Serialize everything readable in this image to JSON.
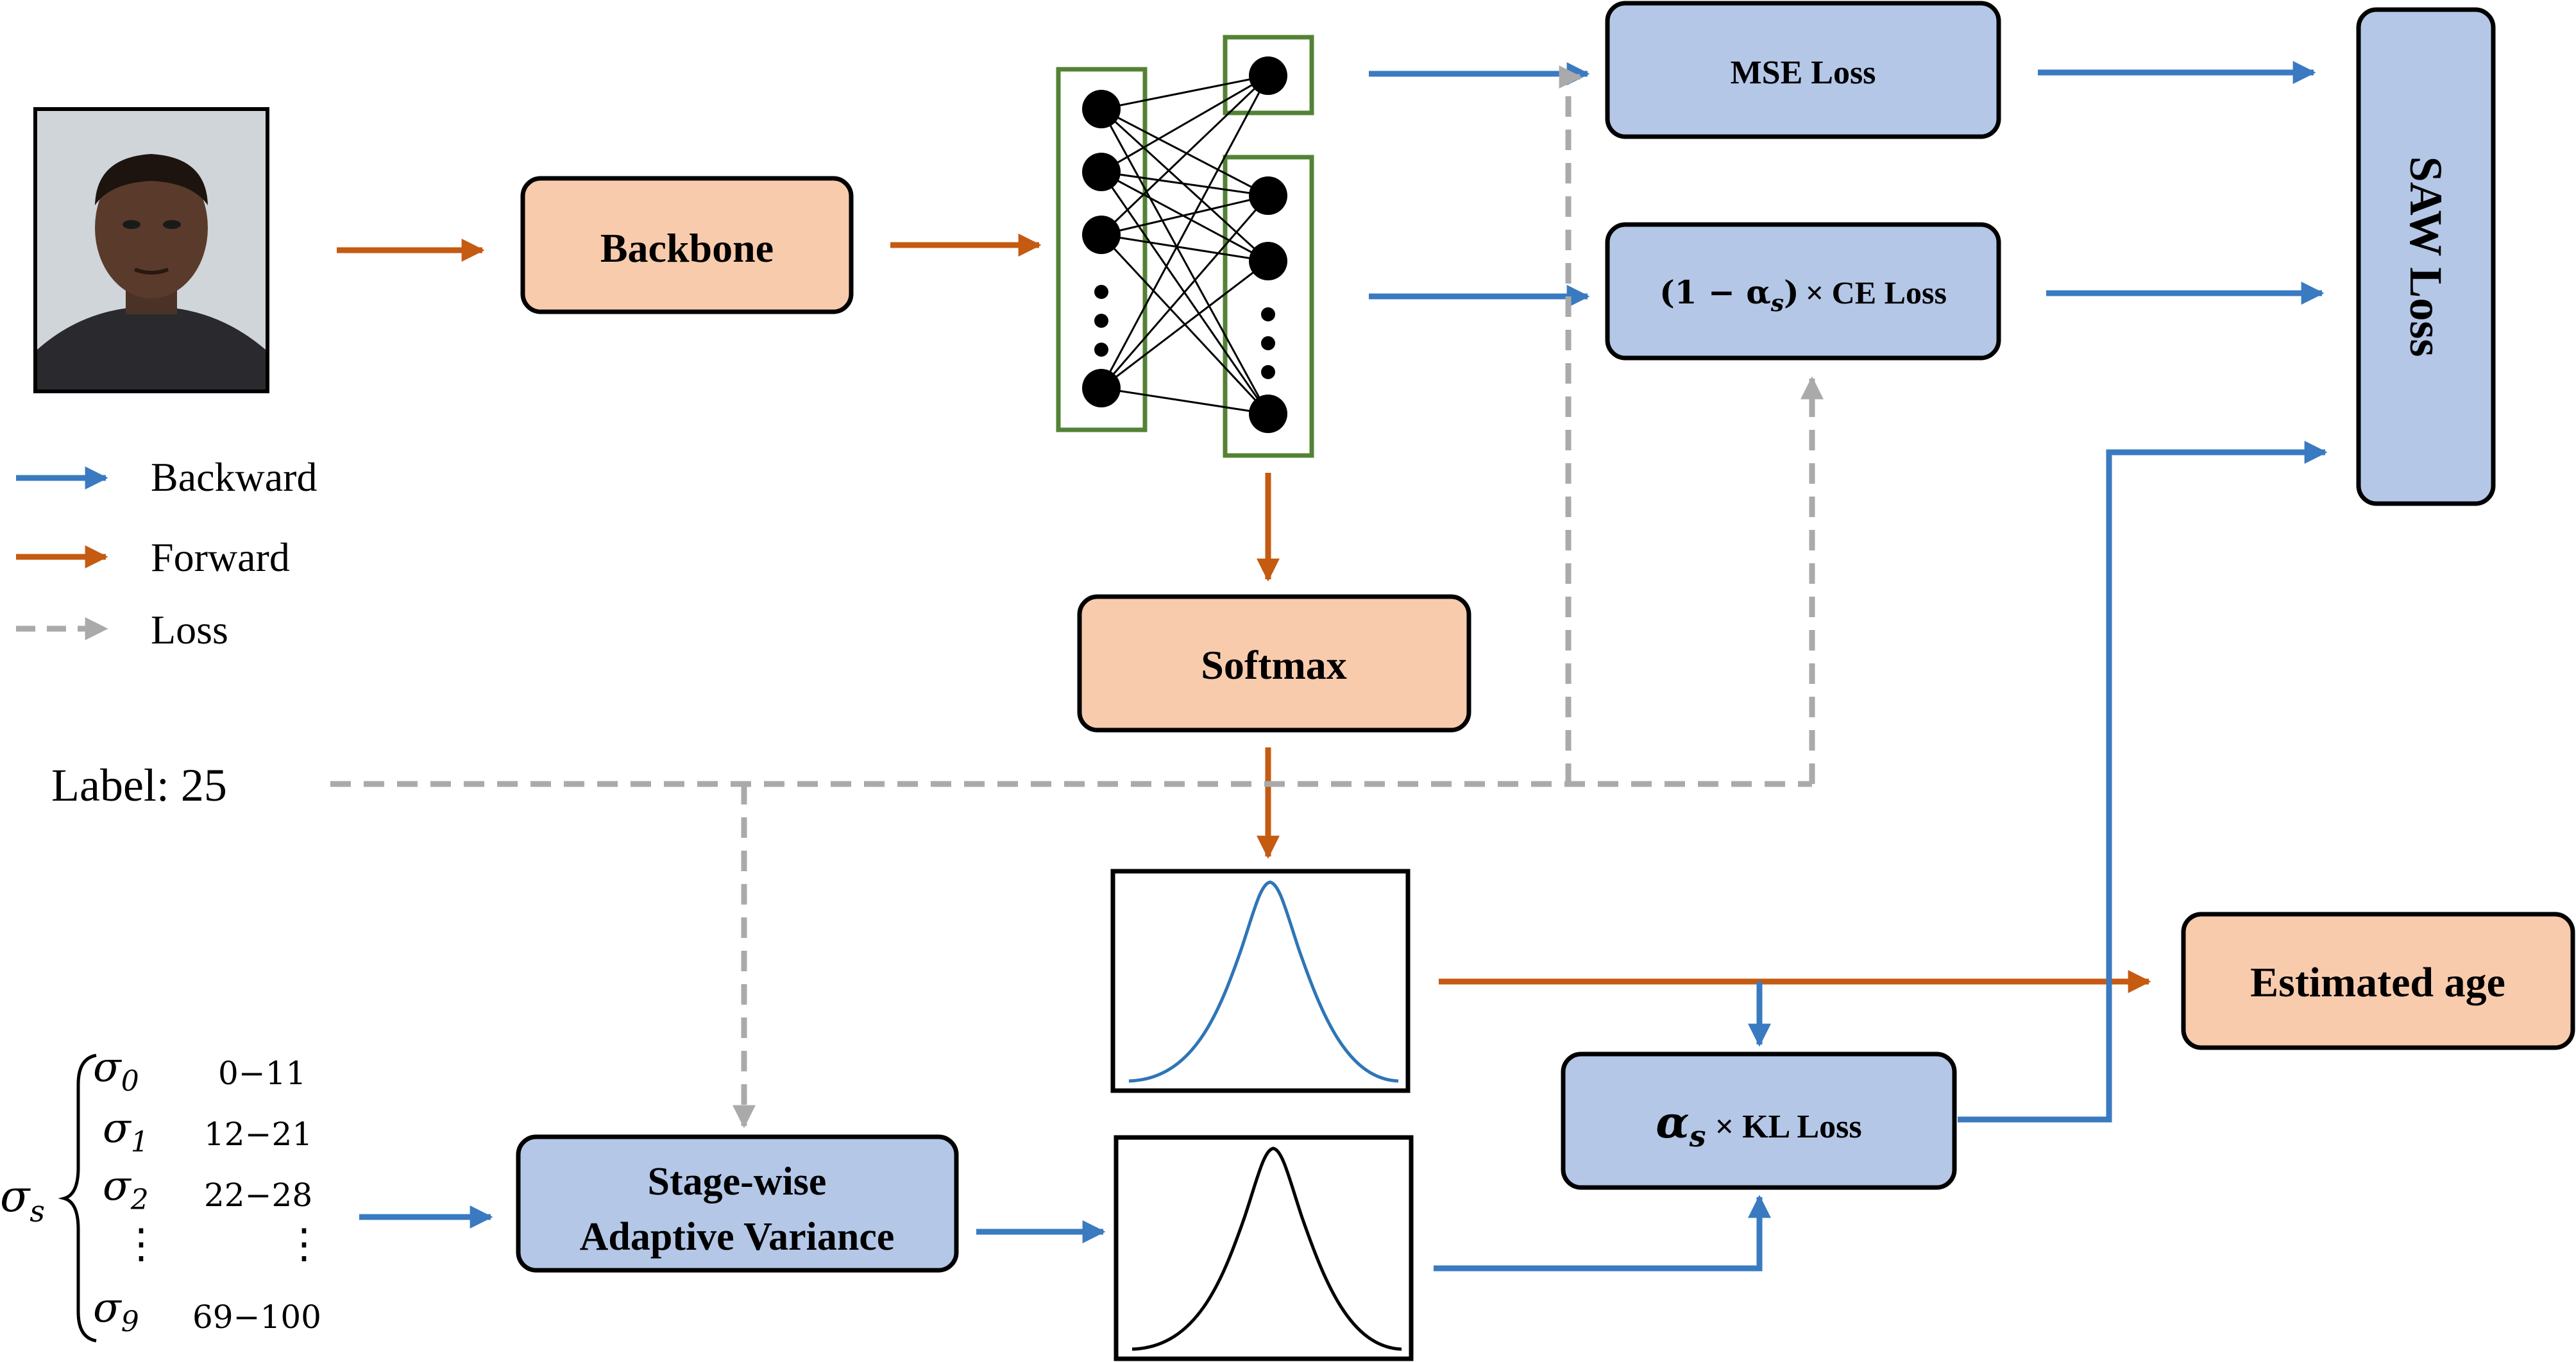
{
  "colors": {
    "backward": "#3a7ac0",
    "forward": "#c55a11",
    "loss": "#aaaaaa",
    "orange_fill": "#f8cbad",
    "blue_fill": "#b4c7e7",
    "net_border": "#548235",
    "dist_predicted": "#2e75b6",
    "dist_label": "#000000"
  },
  "input_image": {
    "icon": "face-photo-icon"
  },
  "boxes": {
    "backbone": "Backbone",
    "softmax": "Softmax",
    "mse_loss": "MSE Loss",
    "ce_loss_label": "× CE Loss",
    "ce_loss_factor": "(1 − α",
    "ce_loss_factor_sub": "s",
    "ce_loss_factor_close": ")",
    "kl_loss_alpha": "α",
    "kl_loss_alpha_sub": "s",
    "kl_loss_label": "× KL Loss",
    "saw_loss": "SAW Loss",
    "estimated_age": "Estimated age",
    "stage_wise_line1": "Stage-wise",
    "stage_wise_line2": "Adaptive Variance"
  },
  "legend": {
    "backward": "Backward",
    "forward": "Forward",
    "loss": "Loss"
  },
  "label_text": "Label: 25",
  "sigma": {
    "symbol": "σ",
    "symbol_sub": "s",
    "rows": [
      {
        "name": "σ",
        "sub": "0",
        "range": "0−11"
      },
      {
        "name": "σ",
        "sub": "1",
        "range": "12−21"
      },
      {
        "name": "σ",
        "sub": "2",
        "range": "22−28"
      },
      {
        "name": "⋮",
        "sub": "",
        "range": "⋮"
      },
      {
        "name": "σ",
        "sub": "9",
        "range": "69−100"
      }
    ]
  }
}
